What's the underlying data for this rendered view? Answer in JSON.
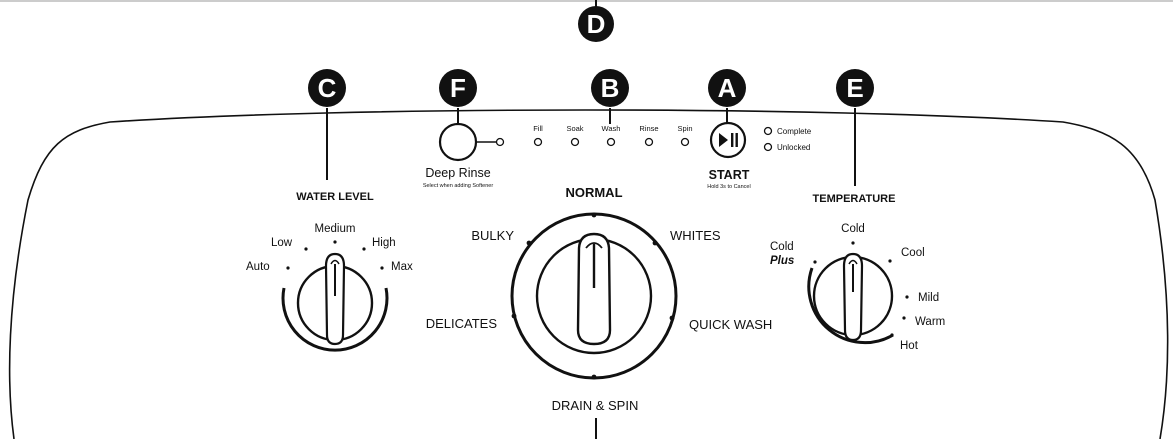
{
  "callouts": {
    "a": "A",
    "b": "B",
    "c": "C",
    "d": "D",
    "e": "E",
    "f": "F"
  },
  "water_level": {
    "title": "WATER LEVEL",
    "options": [
      "Auto",
      "Low",
      "Medium",
      "High",
      "Max"
    ]
  },
  "deep_rinse": {
    "label": "Deep Rinse",
    "sublabel": "Select when adding Softener"
  },
  "status_lights": [
    "Fill",
    "Soak",
    "Wash",
    "Rinse",
    "Spin"
  ],
  "start": {
    "label": "START",
    "sublabel": "Hold 3s to Cancel",
    "icon": "play-pause-icon"
  },
  "indicators": [
    "Complete",
    "Unlocked"
  ],
  "cycle": {
    "options": [
      "NORMAL",
      "WHITES",
      "QUICK WASH",
      "DRAIN & SPIN",
      "DELICATES",
      "BULKY"
    ]
  },
  "temperature": {
    "title": "TEMPERATURE",
    "cold_plus_line1": "Cold",
    "cold_plus_line2": "Plus",
    "options": [
      "Cold",
      "Cool",
      "Mild",
      "Warm",
      "Hot"
    ]
  }
}
